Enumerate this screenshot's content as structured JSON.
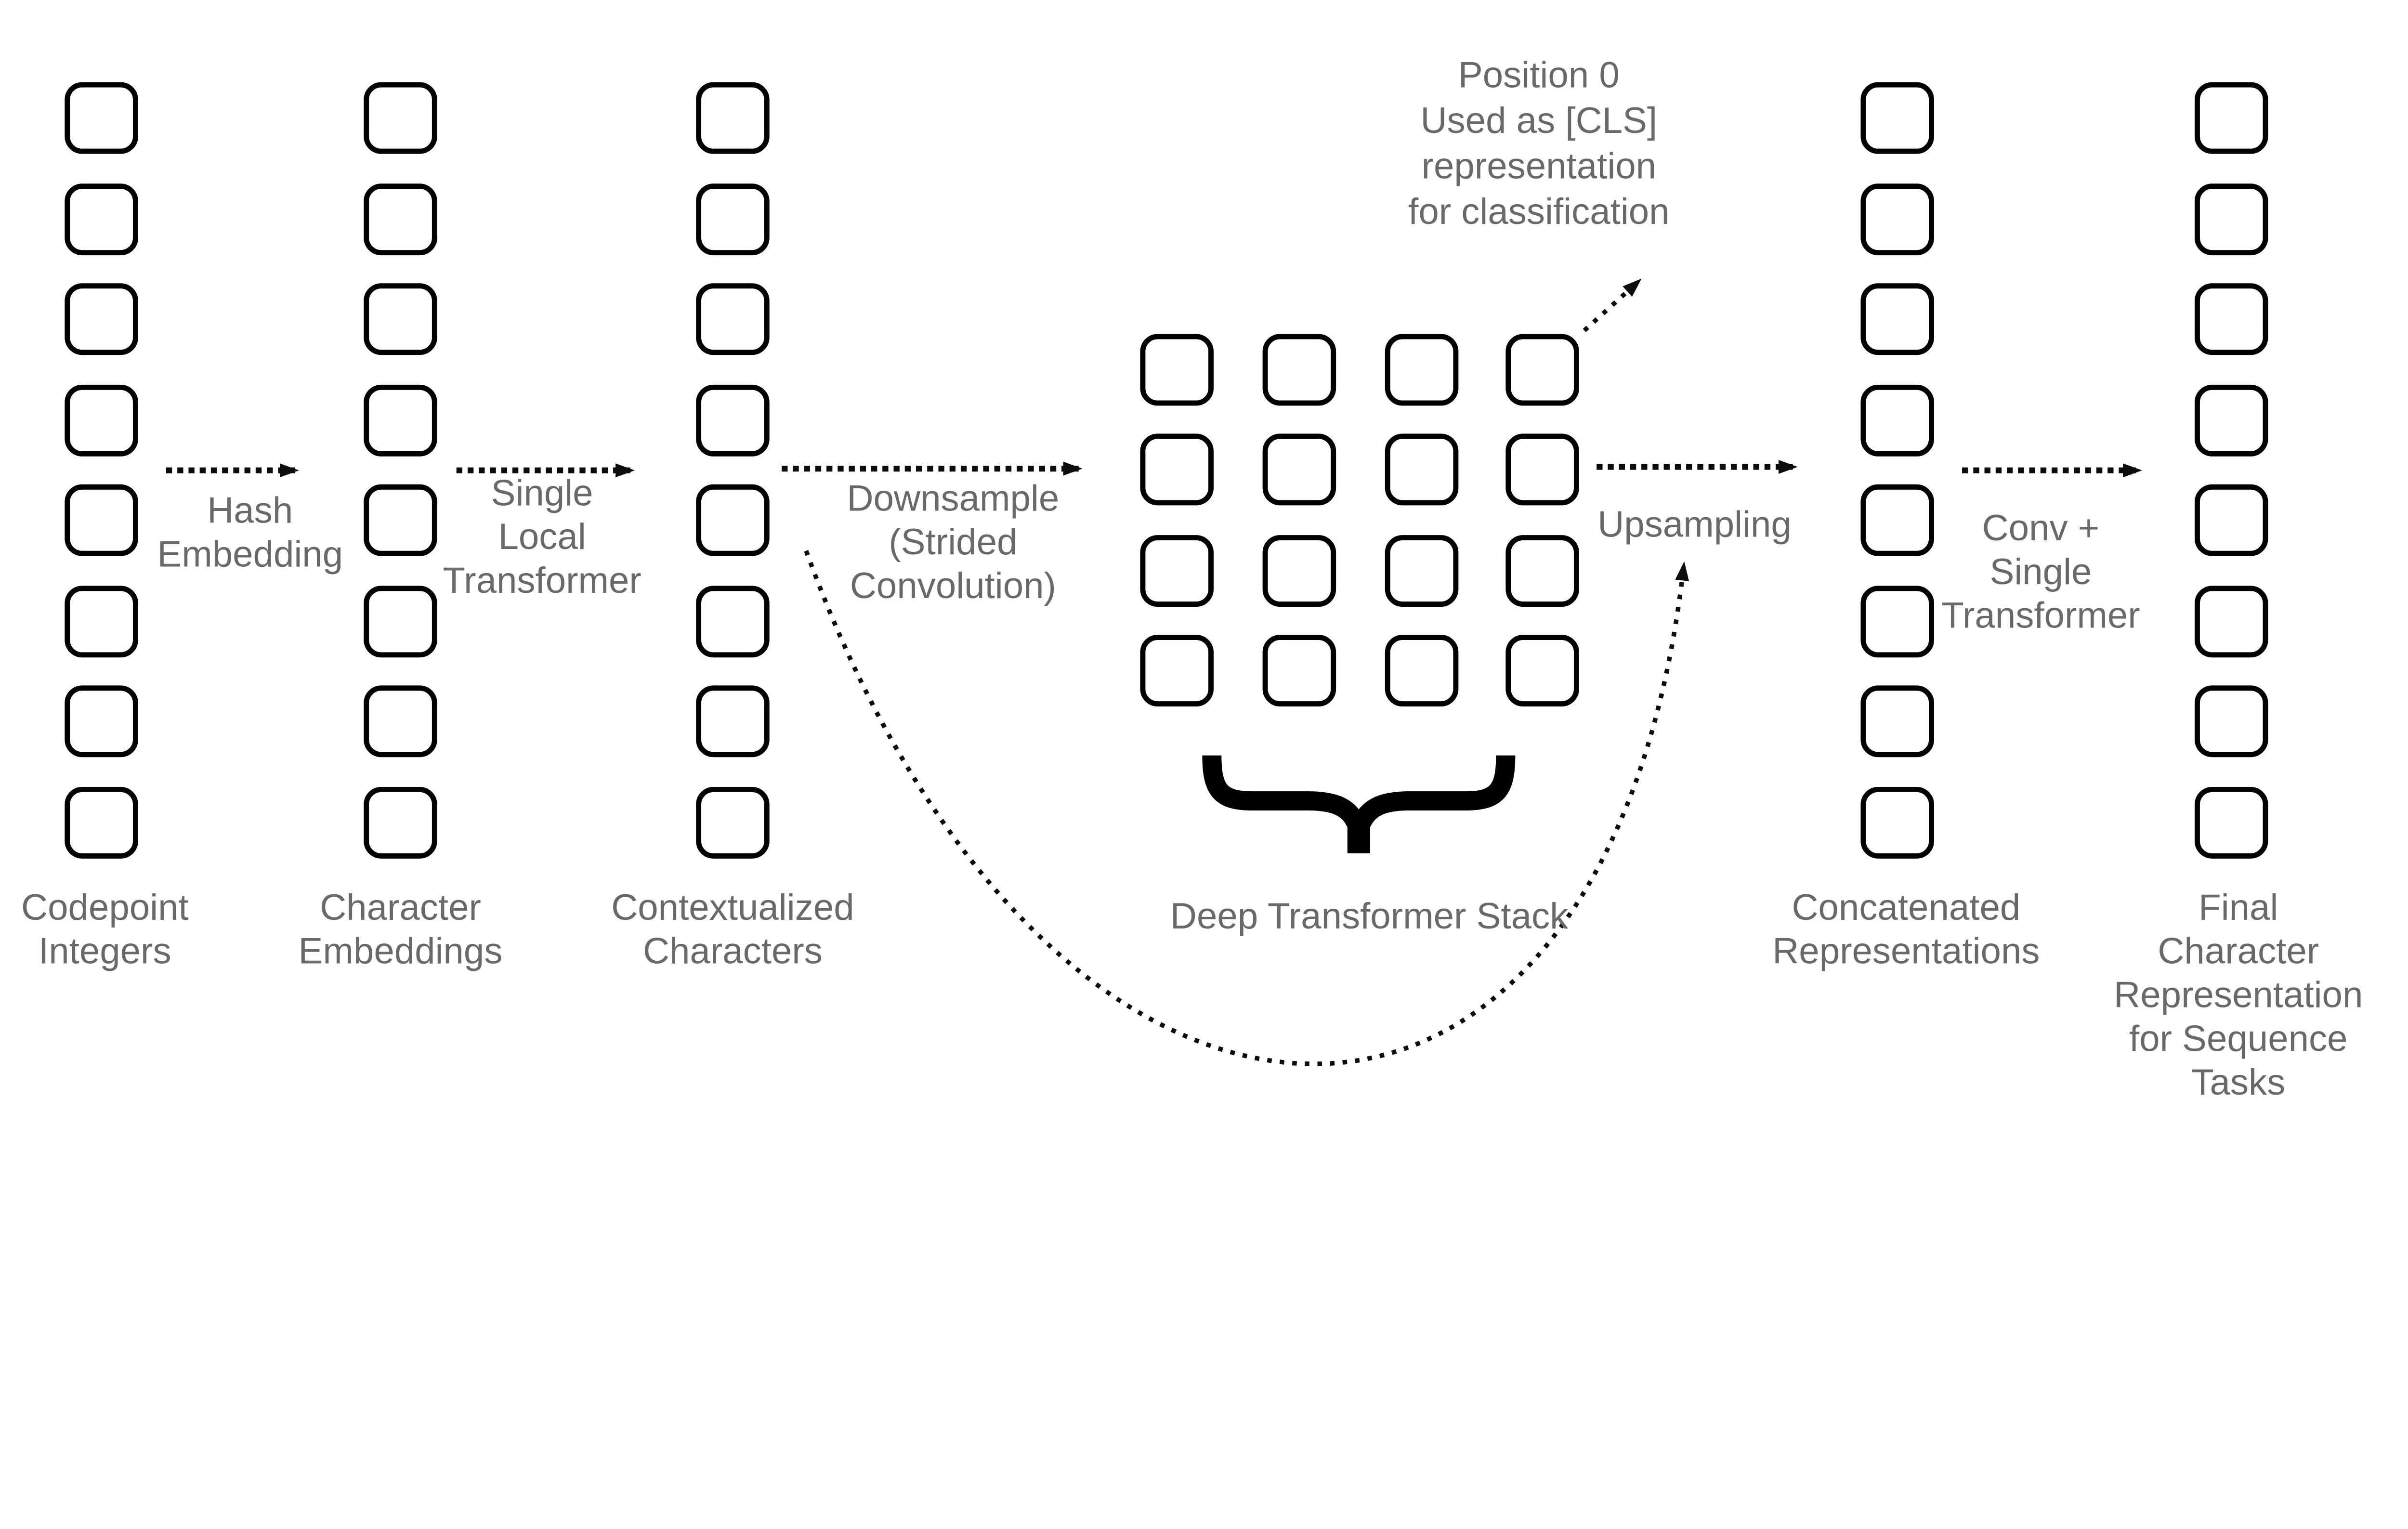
{
  "background": "#ffffff",
  "colors": {
    "box_border": "#000000",
    "label_text": "#696969",
    "arrow": "#0d0d0d"
  },
  "columns": [
    {
      "id": "codepoint-integers",
      "label": "Codepoint\nIntegers",
      "boxes": 8
    },
    {
      "id": "character-embeddings",
      "label": "Character\nEmbeddings",
      "boxes": 8
    },
    {
      "id": "contextualized-characters",
      "label": "Contextualized\nCharacters",
      "boxes": 8
    },
    {
      "id": "concatenated-representations",
      "label": "Concatenated\nRepresentations",
      "boxes": 8
    },
    {
      "id": "final-character-representation",
      "label": "Final\nCharacter\nRepresentation\nfor Sequence Tasks",
      "boxes": 8
    }
  ],
  "grid": {
    "rows": 4,
    "cols": 4,
    "label": "Deep Transformer Stack"
  },
  "arrows": [
    {
      "id": "hash-embedding",
      "label": "Hash\nEmbedding"
    },
    {
      "id": "single-local-transformer",
      "label": "Single\nLocal\nTransformer"
    },
    {
      "id": "downsample",
      "label": "Downsample\n(Strided\nConvolution)"
    },
    {
      "id": "upsampling",
      "label": "Upsampling"
    },
    {
      "id": "conv-single-transformer",
      "label": "Conv +\nSingle\nTransformer"
    },
    {
      "id": "cls-position",
      "label": "Position 0\nUsed as [CLS]\nrepresentation\nfor classification"
    }
  ]
}
